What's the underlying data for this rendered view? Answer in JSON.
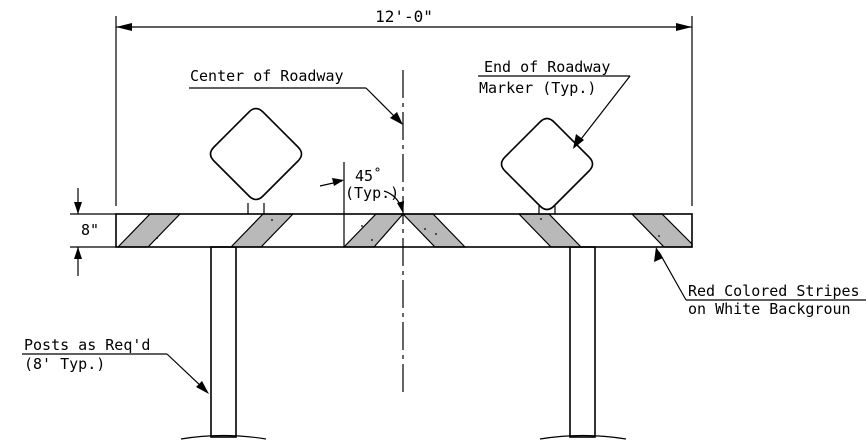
{
  "labels": {
    "width_dim": "12'-0\"",
    "center": "Center of Roadway",
    "marker_line1": "End of Roadway",
    "marker_line2": "Marker (Typ.)",
    "angle_line1": "45˚",
    "angle_line2": "(Typ.)",
    "height_dim": "8\"",
    "stripes_line1": "Red Colored Stripes",
    "stripes_line2": "on White Backgroun",
    "posts_line1": "Posts as Req'd",
    "posts_line2": "(8' Typ.)"
  },
  "colors": {
    "line": "#000000",
    "stripe_fill": "#b9b9b9",
    "background": "#ffffff"
  }
}
